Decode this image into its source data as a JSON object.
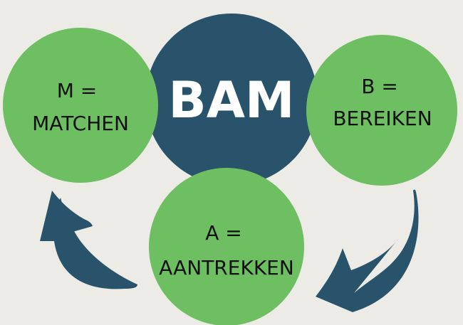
{
  "title": "BAM",
  "colors": {
    "background": "#ecebe6",
    "green": "#6dbf62",
    "navy": "#29536b"
  },
  "circles": {
    "matchen": {
      "line1": "M =",
      "line2": "MATCHEN"
    },
    "bereiken": {
      "line1": "B =",
      "line2": "BEREIKEN"
    },
    "aantrekken": {
      "line1": "A =",
      "line2": "AANTREKKEN"
    }
  }
}
